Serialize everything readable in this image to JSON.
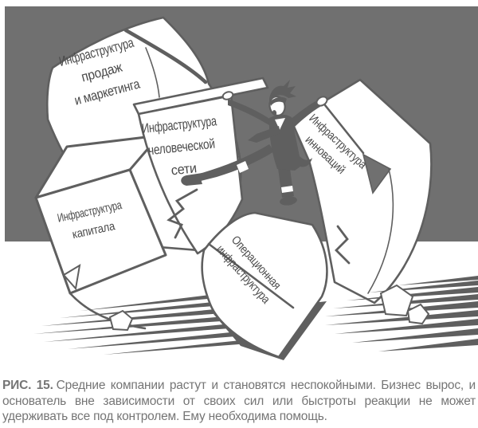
{
  "figure": {
    "blocks": {
      "sales": {
        "lines": [
          "Инфраструктура",
          "продаж",
          "и маркетинга"
        ]
      },
      "network": {
        "lines": [
          "Инфраструктура",
          "человеческой",
          "сети"
        ]
      },
      "innovation": {
        "lines": [
          "Инфраструктура",
          "инноваций"
        ]
      },
      "capital": {
        "lines": [
          "Инфраструктура",
          "капитала"
        ]
      },
      "operations": {
        "lines": [
          "Операционная",
          "инфраструктура"
        ]
      }
    }
  },
  "caption": {
    "label": "РИС. 15.",
    "text": "Средние компании растут и становятся неспокойными. Бизнес вырос, и основатель вне зависимости от своих сил или быстроты реакции не может удерживать все под контролем. Ему необходима помощь."
  },
  "colors": {
    "background": "#707070",
    "ink": "#5f5f5f",
    "paper": "#ffffff",
    "label_text": "#4a4a4a",
    "caption_text": "#757575"
  }
}
